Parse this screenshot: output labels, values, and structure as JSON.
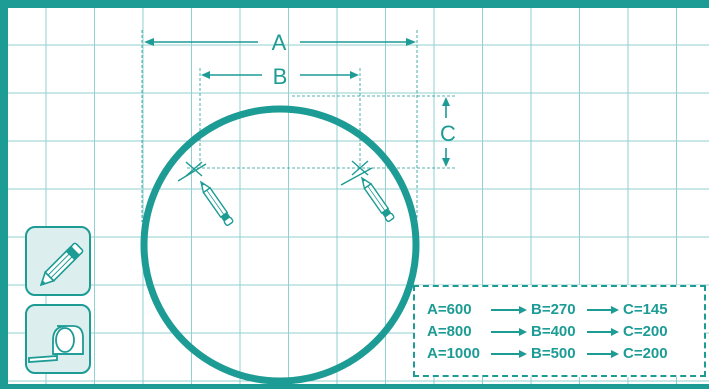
{
  "labels": {
    "a": "A",
    "b": "B",
    "c": "C"
  },
  "table": {
    "rows": [
      {
        "a": "A=600",
        "b": "B=270",
        "c": "C=145"
      },
      {
        "a": "A=800",
        "b": "B=400",
        "c": "C=200"
      },
      {
        "a": "A=1000",
        "b": "B=500",
        "c": "C=200"
      }
    ]
  },
  "colors": {
    "accent": "#1d9b95",
    "panel": "#dcefee",
    "background": "#ffffff"
  },
  "icons": {
    "tool_1": "pencil-icon",
    "tool_2": "tape-measure-icon"
  }
}
